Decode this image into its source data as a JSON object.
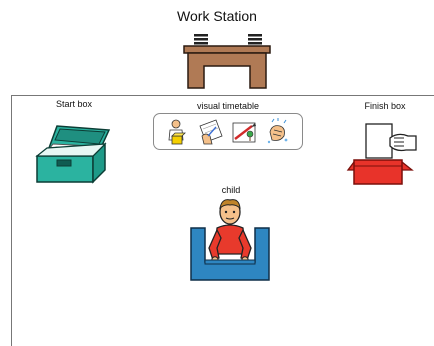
{
  "title": "Work Station",
  "areas": {
    "start_box": {
      "label": "Start box",
      "icon": "open-toolbox-icon"
    },
    "timetable": {
      "label": "visual timetable",
      "cards": [
        {
          "icon": "child-with-block-icon"
        },
        {
          "icon": "hand-writing-icon"
        },
        {
          "icon": "pencil-drawing-icon"
        },
        {
          "icon": "hands-washing-icon"
        }
      ]
    },
    "finish_box": {
      "label": "Finish box",
      "icon": "hand-putting-in-box-icon"
    },
    "child": {
      "label": "child",
      "icon": "child-at-desk-icon"
    }
  },
  "desk": {
    "icon": "desk-icon"
  },
  "colors": {
    "desk": "#b07a55",
    "toolbox": "#2bb3a0",
    "finish_box": "#e8332a",
    "child_shirt": "#e83a2c",
    "child_desk": "#2e86c1"
  }
}
